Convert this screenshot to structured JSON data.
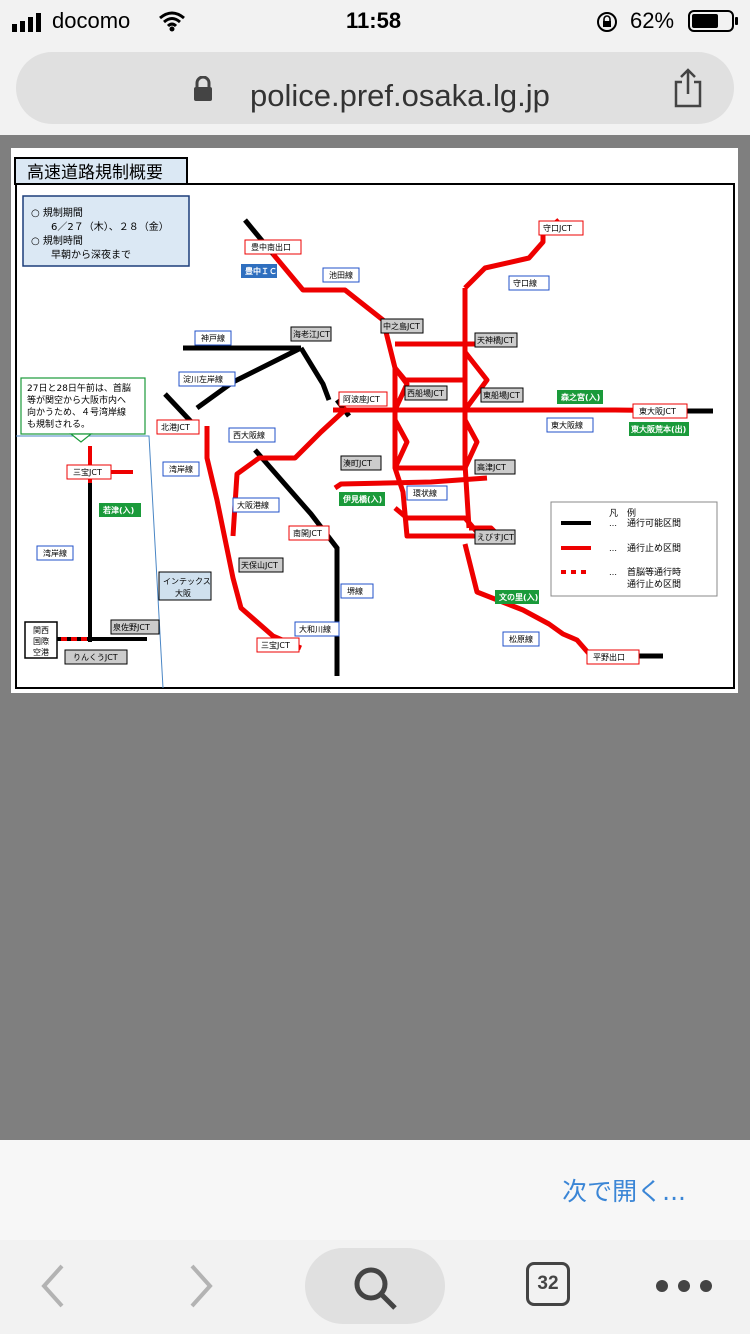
{
  "status_bar": {
    "carrier": "docomo",
    "time": "11:58",
    "battery_percent": "62%"
  },
  "browser": {
    "url": "police.pref.osaka.lg.jp",
    "open_next_label": "次で開く...",
    "tab_count": "32"
  },
  "document": {
    "title": "高速道路規制概要",
    "info_box": {
      "line1": "○ 規制期間",
      "line2": "6／2７（木）、２８（金）",
      "line3": "○ 規制時間",
      "line4": "早朝から深夜まで"
    },
    "note": {
      "line1": "27日と28日午前は、首脳",
      "line2": "等が関空から大阪市内へ",
      "line3": "向かうため、４号湾岸線",
      "line4": "も規制される。"
    },
    "legend": {
      "title": "凡　例",
      "items": [
        "通行可能区間",
        "通行止め区間",
        "首脳等通行時",
        "通行止め区間"
      ]
    },
    "labels": {
      "toyonaka_exit": "豊中南出口",
      "toyonaka_ic": "豊中ＩＣ",
      "ikeda": "池田線",
      "moriguchi_jct": "守口JCT",
      "moriguchi_line": "守口線",
      "kobe": "神戸線",
      "ebie": "海老江JCT",
      "nakanoshima": "中之島JCT",
      "tenjinbashi": "天神橋JCT",
      "yodogawa": "淀川左岸線",
      "awaza": "阿波座JCT",
      "nishisenba": "西船場JCT",
      "higashisenba": "東船場JCT",
      "morinomiya": "森之宮(入)",
      "higashiosaka_jct": "東大阪JCT",
      "higashiosaka_line": "東大阪線",
      "higashiosaka_aramoto": "東大阪荒本(出)",
      "kitako": "北港JCT",
      "nishiosaka": "西大阪線",
      "wangan": "湾岸線",
      "minatomachi": "湊町JCT",
      "kozu": "高津JCT",
      "osakako": "大阪港線",
      "fushimi": "伊見橋(入)",
      "kanjo": "環状線",
      "nanko": "南開JCT",
      "ebisu": "えびすJCT",
      "tenpozan": "天保山JCT",
      "intex1": "インテックス",
      "intex2": "大阪",
      "sakai": "堺線",
      "yamato": "大和川線",
      "sanpo_low": "三宝JCT",
      "bunnosato": "文の里(入)",
      "matsubara": "松原線",
      "hirano": "平野出口",
      "sanpo_left": "三宝JCT",
      "wakamatsu": "若津(入)",
      "wangan_left": "湾岸線",
      "kix1": "関西",
      "kix2": "国際",
      "kix3": "空港",
      "izumisano": "泉佐野JCT",
      "rinku": "りんくうJCT"
    }
  }
}
